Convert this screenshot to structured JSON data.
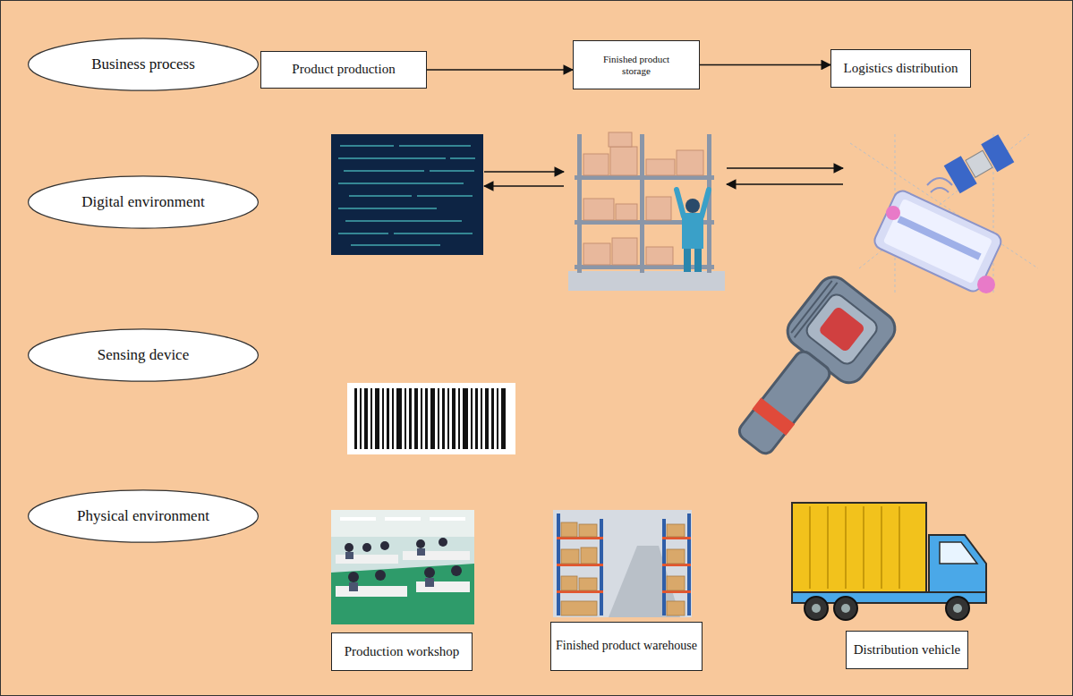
{
  "diagram": {
    "nodes": [
      {
        "text": [
          "Business process"
        ]
      },
      {
        "text": [
          "Product production"
        ]
      },
      {
        "text": [
          "Finished product storage"
        ]
      },
      {
        "text": [
          "Logistics distribution"
        ]
      },
      {
        "text": [
          "Digital environment"
        ]
      },
      {
        "text": [
          "Sensing device"
        ]
      },
      {
        "text": [
          "Physical environment"
        ]
      },
      {
        "text": [
          "Production workshop"
        ]
      },
      {
        "text": [
          "Finished product warehouse"
        ]
      },
      {
        "text": [
          "Distribution vehicle"
        ]
      }
    ],
    "edges": [
      {
        "from": 1,
        "to": 2,
        "arrow": "to"
      },
      {
        "from": 2,
        "to": 3,
        "arrow": "to"
      }
    ]
  }
}
